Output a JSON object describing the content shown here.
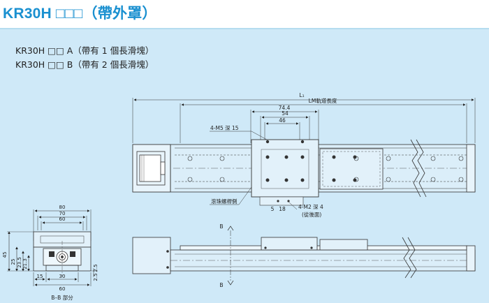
{
  "header": {
    "title": "KR30H □□□（帶外罩）"
  },
  "variants": [
    {
      "label": "KR30H □□ A（帶有 1 個長滑塊）"
    },
    {
      "label": "KR30H □□ B（帶有 2 個長滑塊）"
    }
  ],
  "top_view": {
    "dim_l1": "L₁",
    "dim_lm": "LM軌道長度",
    "dim_74_4": "74.4",
    "dim_54": "54",
    "dim_46": "46",
    "label_m5": "4-M5 深 15",
    "label_ball_screw_side": "滾珠螺桿側",
    "label_m2": "4-M2 深 4",
    "label_m2_note": "(從後面)",
    "dim_5": "5",
    "dim_18": "18"
  },
  "end_view": {
    "dim_80": "80",
    "dim_70": "70",
    "dim_60_top": "60",
    "dim_45": "45",
    "dim_25": "25",
    "dim_23_5": "23.5",
    "dim_21_3": "21.3",
    "dim_2_5_a": "2.5",
    "dim_2_5_b": "2.5",
    "dim_15": "15",
    "dim_30": "30",
    "dim_60_bottom": "60",
    "section_label": "B–B 部分"
  },
  "side_view": {
    "section_mark_top": "B",
    "section_mark_bottom": "B"
  }
}
